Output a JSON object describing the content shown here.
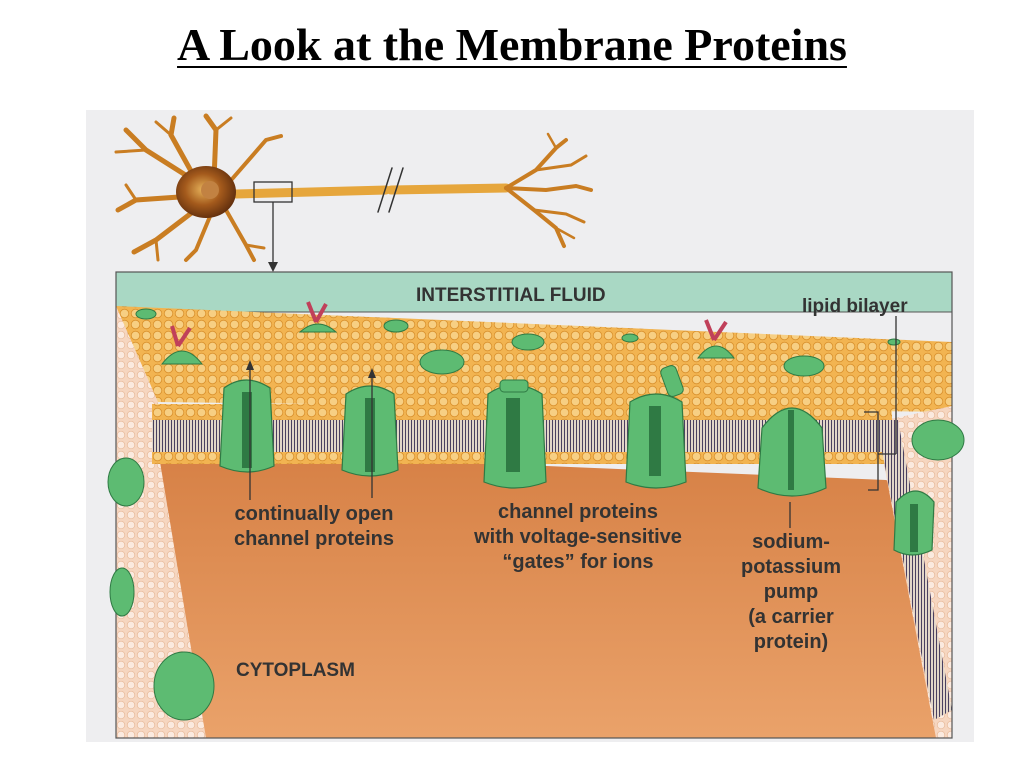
{
  "title": "A Look at the Membrane Proteins",
  "labels": {
    "interstitial_fluid": "INTERSTITIAL FLUID",
    "lipid_bilayer": "lipid bilayer",
    "cytoplasm": "CYTOPLASM",
    "continually_open": [
      "continually open",
      "channel proteins"
    ],
    "voltage_gated": [
      "channel proteins",
      "with voltage-sensitive",
      "“gates” for ions"
    ],
    "sodium_potassium_pump": [
      "sodium-",
      "potassium",
      "pump",
      "(a carrier",
      "protein)"
    ]
  },
  "colors": {
    "fluid": "#a9d8c4",
    "membrane_surface": "#f0b04a",
    "cytoplasm": "#e39a5e",
    "protein": "#5dbb72",
    "protein_dark": "#2f7a44",
    "lipid_tail": "#4a4060",
    "neuron": "#d89a30",
    "glycocalyx": "#c0405a"
  }
}
